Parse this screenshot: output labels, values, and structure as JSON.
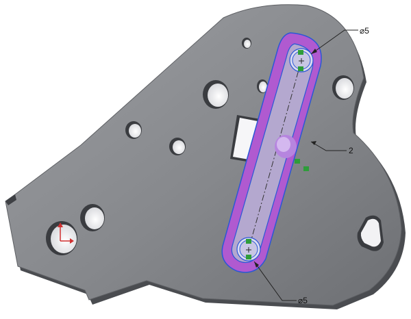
{
  "window": {
    "title": "",
    "background": "#ffffff"
  },
  "colors": {
    "plate_face": "#8c8e92",
    "plate_dark": "#4a4c50",
    "plate_edge": "#d8dadd",
    "hole_inner": "#f4f4f6",
    "slot_body": "#b4a8cf",
    "slot_offset": "#b05ad0",
    "selection_outline": "#2a57d6",
    "leader_line": "#222222",
    "relation_glyph": "#2e9d3a",
    "origin_x": "#d03030",
    "origin_y": "#d03030"
  },
  "annotations": {
    "dim_top": "⌀5",
    "dim_middle": "2",
    "dim_bottom": "⌀5"
  },
  "icons": {
    "origin": "coordinate-origin-icon",
    "relation": "sketch-relation-icon",
    "point": "sketch-point-icon"
  }
}
